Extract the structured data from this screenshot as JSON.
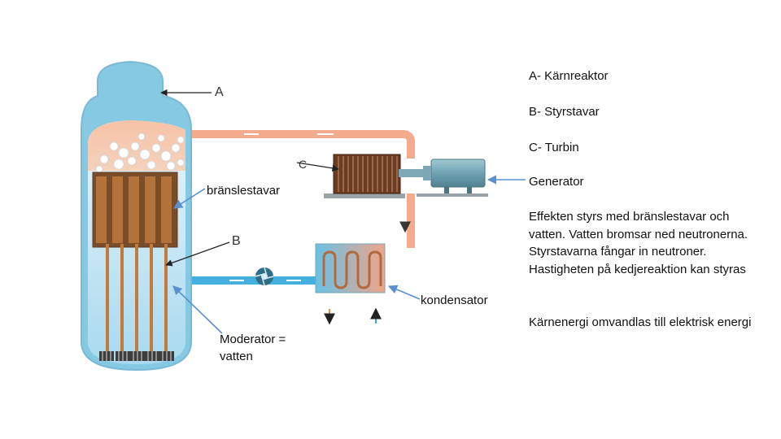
{
  "legend": {
    "a": "A- Kärnreaktor",
    "b": "B- Styrstavar",
    "c": "C- Turbin"
  },
  "labels": {
    "generator": "Generator",
    "bransle": "bränslestavar",
    "kondensator": "kondensator",
    "moderator": "Moderator = vatten"
  },
  "letters": {
    "a": "A",
    "b": "B",
    "c": "C"
  },
  "description": {
    "effekt": "Effekten styrs med bränslestavar och vatten. Vatten bromsar ned neutronerna. Styrstavarna fångar in neutroner. Hastigheten på kedjereaktion kan styras",
    "energi": "Kärnenergi omvandlas till elektrisk energi"
  },
  "colors": {
    "water": "#58b9de",
    "water_light": "#c7e7f4",
    "vessel": "#8ccbe4",
    "steam": "#f2a78a",
    "fuel": "#8a5a33",
    "rod": "#c97f43",
    "arrow": "#5b8fd0"
  }
}
